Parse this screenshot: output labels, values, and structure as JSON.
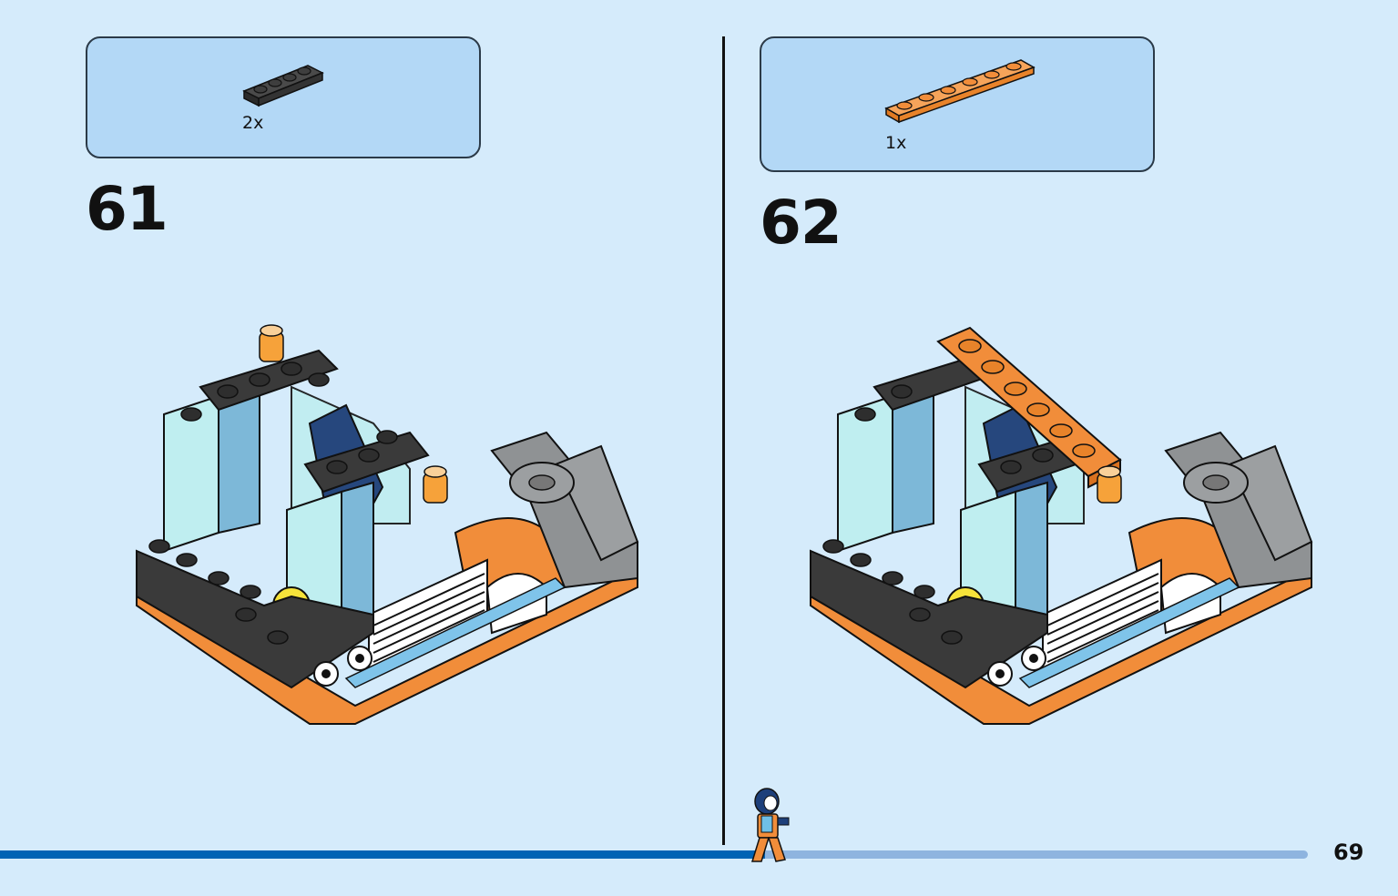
{
  "steps": [
    {
      "number": "61",
      "part_quantity": "2x",
      "part": {
        "color": "#3a3a3a",
        "studs": 4
      }
    },
    {
      "number": "62",
      "part_quantity": "1x",
      "part": {
        "color": "#f18d3a",
        "studs": 6
      }
    }
  ],
  "page_number": "69",
  "progress": {
    "fraction": 0.585
  },
  "colors": {
    "background": "#d5ebfb",
    "callout": "#b3d8f6",
    "orange": "#f18d3a",
    "dark_gray": "#3a3a3a",
    "gray": "#8f9294",
    "trans_clear": "#bfeef0",
    "progress_done": "#0063b4",
    "progress_todo": "#8eb4df"
  }
}
